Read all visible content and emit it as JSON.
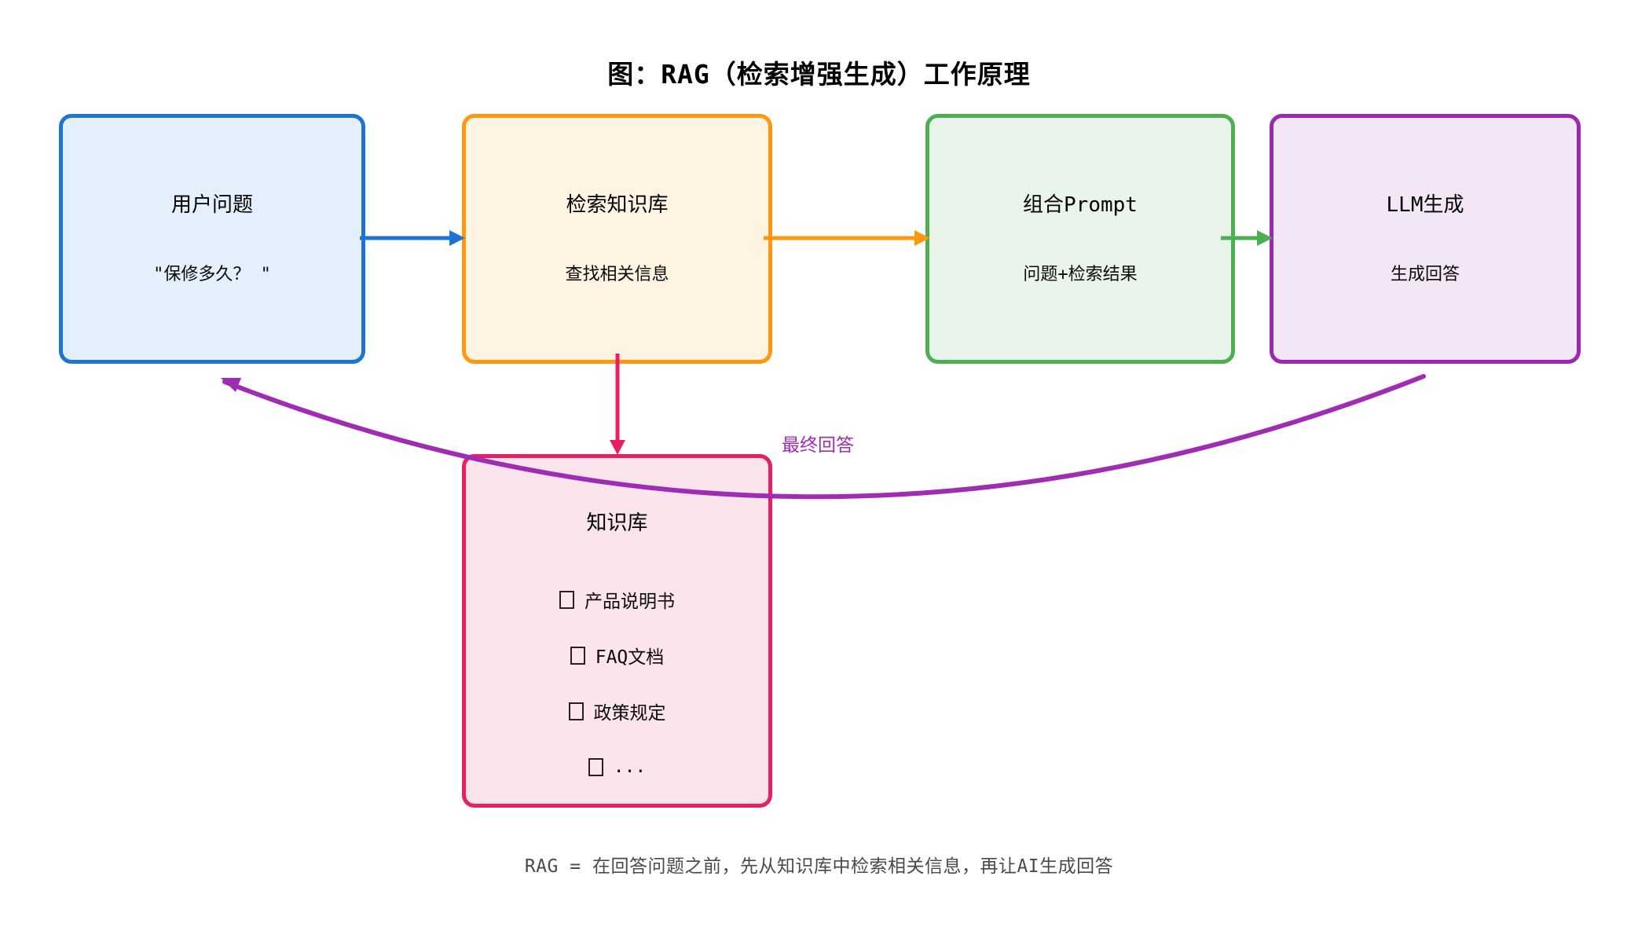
{
  "title": "图：RAG（检索增强生成）工作原理",
  "nodes": [
    {
      "id": "user-question",
      "title": "用户问题",
      "subtitle": "\"保修多久？ \"",
      "border_color": "#1E74D3",
      "fill_color": "#E3F0FC"
    },
    {
      "id": "retrieve-kb",
      "title": "检索知识库",
      "subtitle": "查找相关信息",
      "border_color": "#FF9810",
      "fill_color": "#FFF3E2"
    },
    {
      "id": "compose-prompt",
      "title": "组合Prompt",
      "subtitle": "问题+检索结果",
      "border_color": "#4CAF50",
      "fill_color": "#E9F5EA"
    },
    {
      "id": "llm-generate",
      "title": "LLM生成",
      "subtitle": "生成回答",
      "border_color": "#9C27B0",
      "fill_color": "#F3E6F7"
    }
  ],
  "knowledge_base": {
    "title": "知识库",
    "border_color": "#E91E63",
    "fill_color": "#FBE4EC",
    "items": [
      {
        "icon": "missing-glyph-box",
        "label": "产品说明书"
      },
      {
        "icon": "missing-glyph-box",
        "label": "FAQ文档"
      },
      {
        "icon": "missing-glyph-box",
        "label": "政策规定"
      },
      {
        "icon": "missing-glyph-box",
        "label": "..."
      }
    ]
  },
  "edges": [
    {
      "from": "user-question",
      "to": "retrieve-kb",
      "color": "#1E74D3",
      "label": ""
    },
    {
      "from": "retrieve-kb",
      "to": "compose-prompt",
      "color": "#FF9810",
      "label": ""
    },
    {
      "from": "compose-prompt",
      "to": "llm-generate",
      "color": "#4CAF50",
      "label": ""
    },
    {
      "from": "retrieve-kb",
      "to": "knowledge-base",
      "color": "#E91E63",
      "label": ""
    },
    {
      "from": "llm-generate",
      "to": "user-question",
      "color": "#A02CB4",
      "label": "最终回答"
    }
  ],
  "caption": "RAG = 在回答问题之前，先从知识库中检索相关信息，再让AI生成回答"
}
